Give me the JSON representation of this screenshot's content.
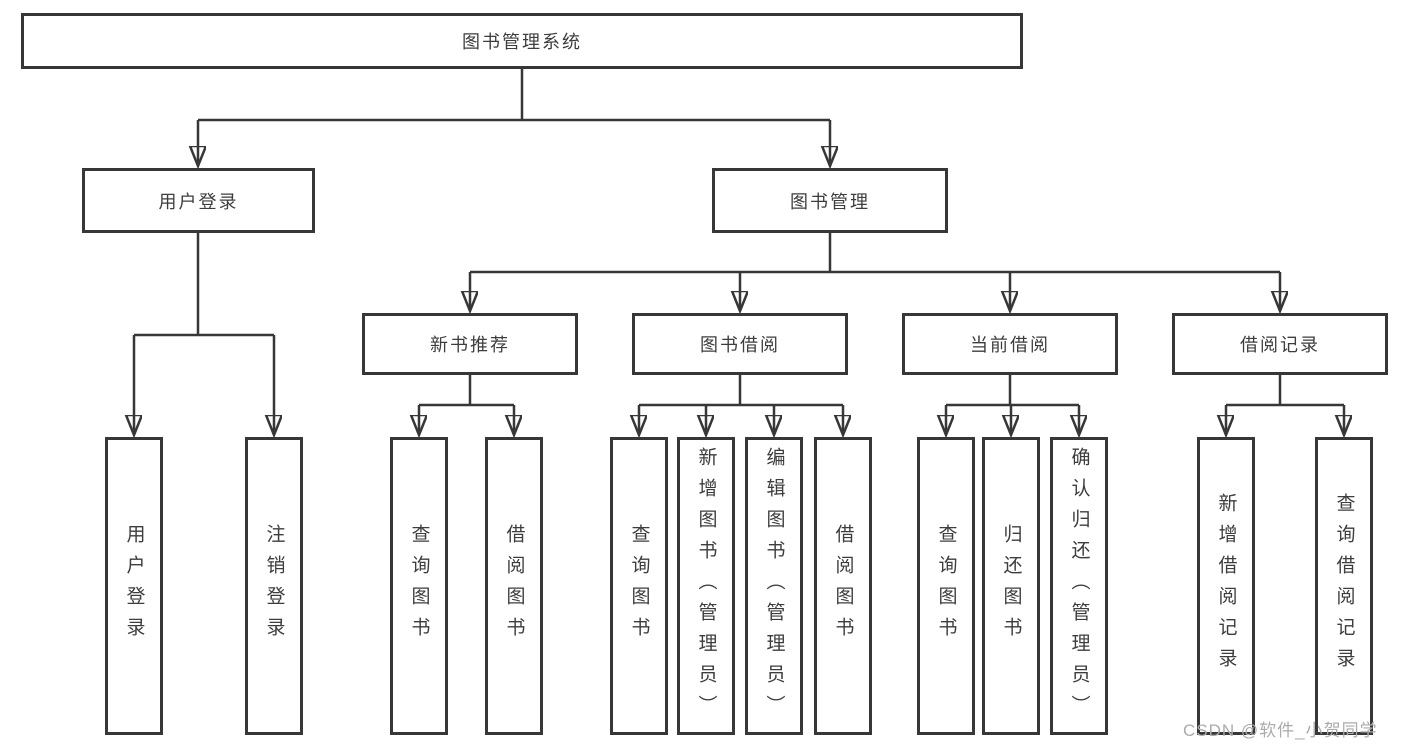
{
  "diagram_title": "图书管理系统",
  "tree": {
    "label": "图书管理系统",
    "children": [
      {
        "label": "用户登录",
        "children": [
          {
            "label": "用户登录"
          },
          {
            "label": "注销登录"
          }
        ]
      },
      {
        "label": "图书管理",
        "children": [
          {
            "label": "新书推荐",
            "children": [
              {
                "label": "查询图书"
              },
              {
                "label": "借阅图书"
              }
            ]
          },
          {
            "label": "图书借阅",
            "children": [
              {
                "label": "查询图书"
              },
              {
                "label": "新增图书（管理员）"
              },
              {
                "label": "编辑图书（管理员）"
              },
              {
                "label": "借阅图书"
              }
            ]
          },
          {
            "label": "当前借阅",
            "children": [
              {
                "label": "查询图书"
              },
              {
                "label": "归还图书"
              },
              {
                "label": "确认归还（管理员）"
              }
            ]
          },
          {
            "label": "借阅记录",
            "children": [
              {
                "label": "新增借阅记录"
              },
              {
                "label": "查询借阅记录"
              }
            ]
          }
        ]
      }
    ]
  },
  "watermark": {
    "text": "CSDN @软件_小贺同学"
  },
  "colors": {
    "line": "#373737",
    "box_border": "#373737",
    "text": "#3d3d3d",
    "watermark_text": "#ababab",
    "background": "#ffffff"
  }
}
